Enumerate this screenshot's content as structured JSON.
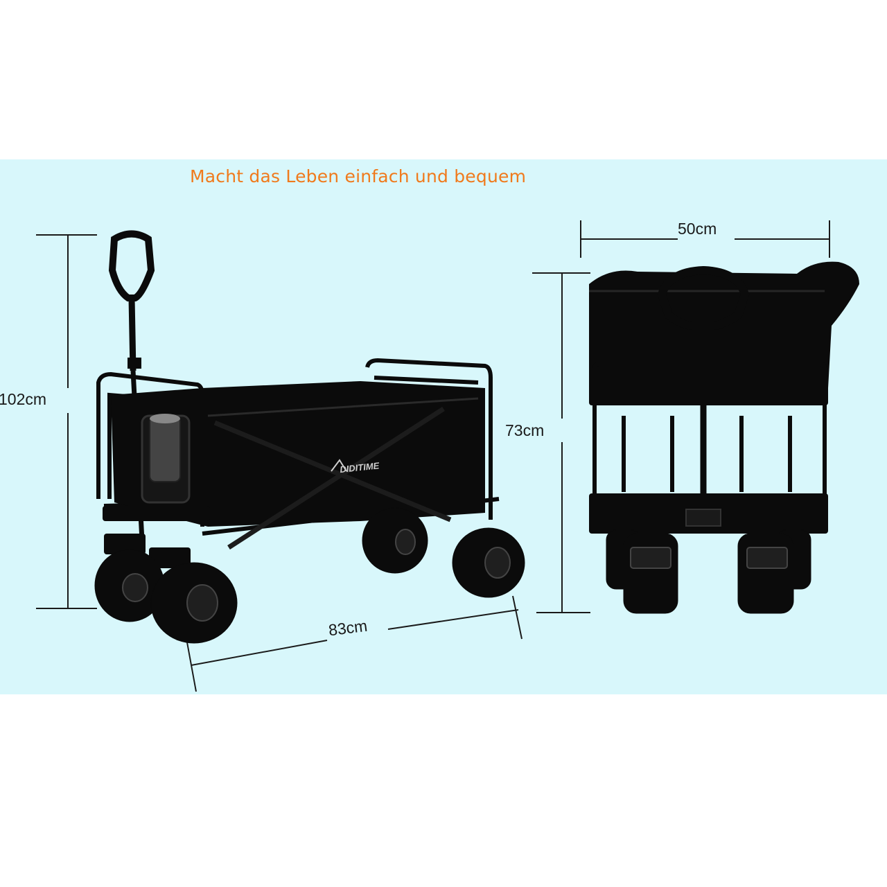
{
  "tagline": "Macht das Leben einfach und bequem",
  "dimensions": {
    "height_with_handle": "102cm",
    "length": "83cm",
    "width": "50cm",
    "height_body": "73cm"
  },
  "brand": "DIDITIME",
  "colors": {
    "panel_background": "#d8f7fb",
    "tagline": "#f07a1c",
    "wagon": "#0b0b0b",
    "dimension_lines": "#1a1a1a"
  }
}
